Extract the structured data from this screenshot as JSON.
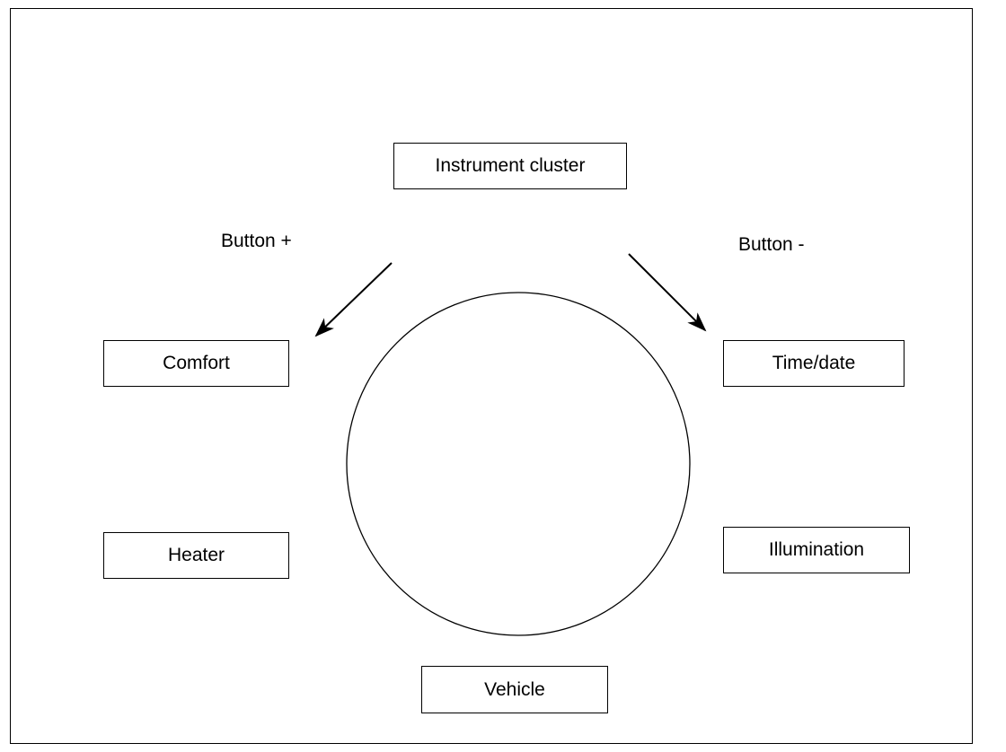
{
  "diagram": {
    "center_node": "Instrument cluster",
    "menu_items": {
      "comfort": "Comfort",
      "heater": "Heater",
      "vehicle": "Vehicle",
      "illumination": "Illumination",
      "time_date": "Time/date"
    },
    "edge_labels": {
      "button_plus": "Button +",
      "button_minus": "Button -"
    },
    "colors": {
      "line": "#000000",
      "background": "#ffffff"
    }
  }
}
